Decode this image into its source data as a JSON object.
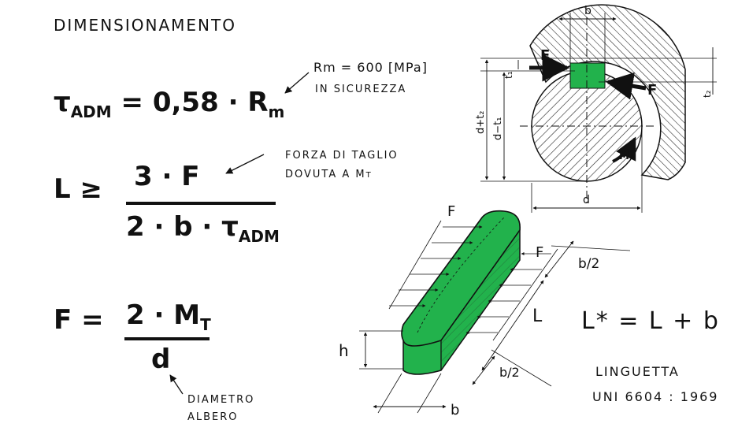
{
  "title": "DIMENSIONAMENTO",
  "tau_formula": {
    "lhs": "τ",
    "lhs_sub": "ADM",
    "rhs": "= 0,58 · R",
    "rhs_sub": "m"
  },
  "rm_note": {
    "line1": "Rm = 600 [MPa]",
    "line2": "IN SICUREZZA"
  },
  "length_formula": {
    "lhs": "L ≥",
    "numerator": "3 ·  F",
    "denominator": "2 · b · τ",
    "denominator_sub": "ADM"
  },
  "shear_note": {
    "line1": "FORZA DI TAGLIO",
    "line2": "DOVUTA A M",
    "line2_sub": "T"
  },
  "force_formula": {
    "lhs": "F =",
    "numerator": "2 · M",
    "numerator_sub": "T",
    "denominator": "d"
  },
  "diameter_note": {
    "line1": "DIAMETRO",
    "line2": "ALBERO"
  },
  "section_labels": {
    "b": "b",
    "F_top": "F",
    "F_right": "F",
    "t1": "t₁",
    "t2": "t₂",
    "d_plus_t2": "d+t₂",
    "d_minus_t1": "d−t₁",
    "d": "d",
    "mt": "Mᴛ"
  },
  "key_labels": {
    "F_top": "F",
    "F_side": "F",
    "b_half_top": "b/2",
    "L": "L",
    "h": "h",
    "b_half_bottom": "b/2",
    "b": "b"
  },
  "lstar_formula": "L* = L + b",
  "key_name": {
    "line1": "LINGUETTA",
    "line2": "UNI 6604 : 1969"
  },
  "colors": {
    "key_fill": "#22b24c",
    "ink": "#111111"
  }
}
